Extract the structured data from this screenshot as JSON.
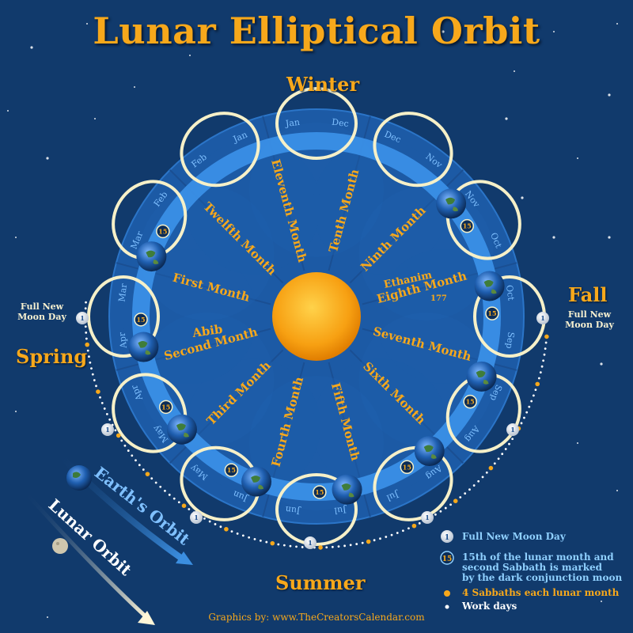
{
  "title": "Lunar Elliptical Orbit",
  "seasons": {
    "winter": "Winter",
    "summer": "Summer",
    "spring": "Spring",
    "fall": "Fall"
  },
  "notes": {
    "spring_full_new_moon": "Full New Moon Day",
    "fall_full_new_moon": "Full New Moon Day"
  },
  "month_names": [
    "Tenth Month",
    "Ninth Month",
    "Eighth Month",
    "Seventh Month",
    "Sixth Month",
    "Fifth Month",
    "Fourth Month",
    "Third Month",
    "Second Month",
    "First Month",
    "Twelfth Month",
    "Eleventh Month"
  ],
  "month_extras": {
    "abib": "Abib",
    "ethanim": "Ethanim",
    "ethanim_num": "177"
  },
  "ring_months": [
    {
      "a": "Jan",
      "b": "Dec"
    },
    {
      "a": "Dec",
      "b": "Nov"
    },
    {
      "a": "Nov",
      "b": "Oct"
    },
    {
      "a": "Oct",
      "b": "Sep"
    },
    {
      "a": "Sep",
      "b": "Aug"
    },
    {
      "a": "Aug",
      "b": "Jul"
    },
    {
      "a": "Jul",
      "b": "Jun"
    },
    {
      "a": "Jun",
      "b": "May"
    },
    {
      "a": "May",
      "b": "Apr"
    },
    {
      "a": "Apr",
      "b": "Mar"
    },
    {
      "a": "Mar",
      "b": "Feb"
    },
    {
      "a": "Feb",
      "b": "Jan"
    }
  ],
  "fifteen_badge": "15",
  "new_moon_badge": "1",
  "orbits": {
    "earth": "Earth's Orbit",
    "lunar": "Lunar Orbit"
  },
  "legend": {
    "full_new_moon": "Full New Moon Day",
    "fifteenth_line1": "15th of the lunar month and",
    "fifteenth_line2": "second Sabbath is marked",
    "fifteenth_line3": "by the dark conjunction moon",
    "sabbaths": "4 Sabbaths each lunar month",
    "work_days": "Work days"
  },
  "credit": "Graphics by: www.TheCreatorsCalendar.com",
  "colors": {
    "background": "#113a6c",
    "accent": "#f7a81b",
    "ring": "#2f83d6",
    "loop": "#f6f0c8",
    "sun": "#f8a318"
  }
}
